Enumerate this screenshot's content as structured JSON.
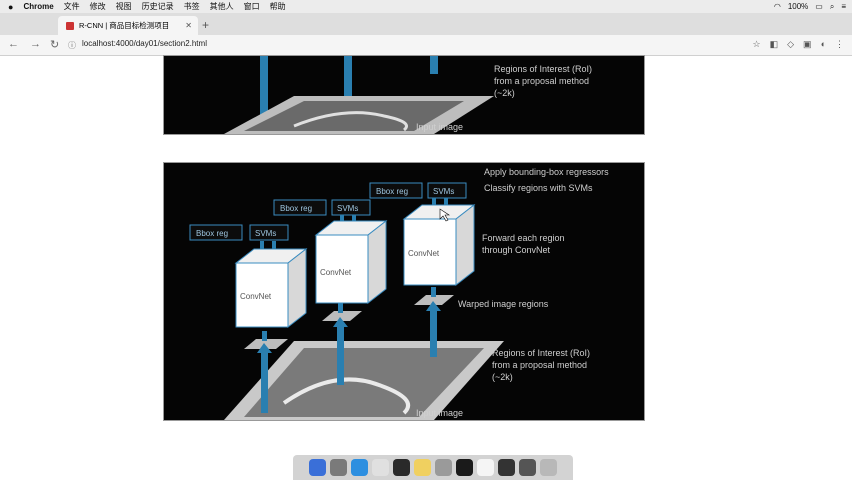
{
  "menubar": {
    "apple": "",
    "app": "Chrome",
    "items": [
      "文件",
      "修改",
      "视图",
      "历史记录",
      "书签",
      "其他人",
      "窗口",
      "帮助"
    ],
    "battery": "100%"
  },
  "tab": {
    "title": "R-CNN | 商品目标检测项目"
  },
  "toolbar": {
    "url_host": "localhost",
    "url_path": ":4000/day01/section2.html"
  },
  "slide_top": {
    "caption_1": "Regions of Interest (RoI)",
    "caption_2": "from a proposal method",
    "caption_3": "(~2k)",
    "input_label": "Input image"
  },
  "slide_bottom": {
    "apply_text": "Apply bounding-box regressors",
    "classify_text": "Classify regions with SVMs",
    "forward_1": "Forward each region",
    "forward_2": "through ConvNet",
    "warped": "Warped image regions",
    "roi_1": "Regions of Interest (RoI)",
    "roi_2": "from a proposal method",
    "roi_3": "(~2k)",
    "input_label": "Input image",
    "bbox": "Bbox reg",
    "svms": "SVMs",
    "convnet": "ConvNet"
  },
  "colors": {
    "arrow": "#2a7fb0",
    "box_border": "#3a8cc0",
    "slide_bg": "#050505"
  }
}
